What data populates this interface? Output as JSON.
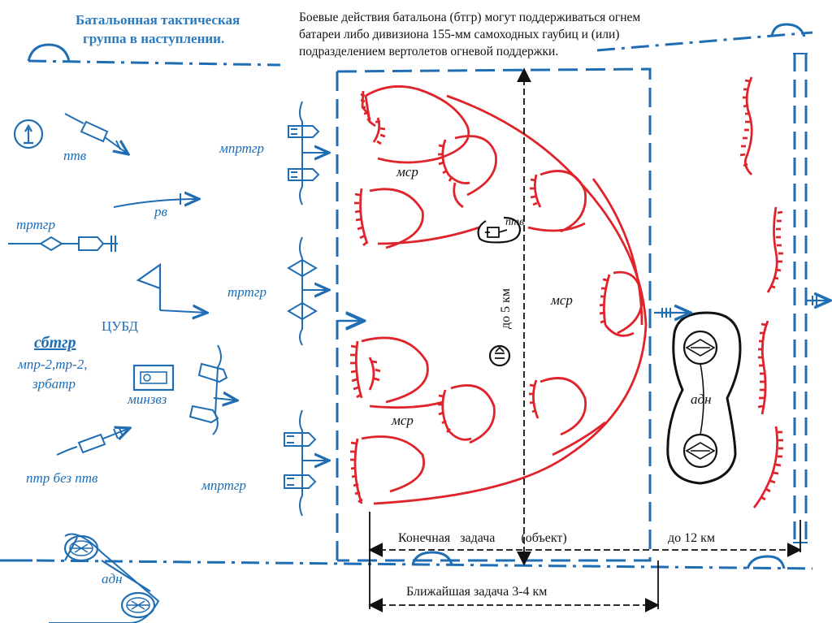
{
  "title": {
    "line1": "Батальонная тактическая",
    "line2": "группа в наступлении."
  },
  "note": {
    "line1": "Боевые действия батальона (бтгр) могут поддерживаться огнем",
    "line2": "батареи либо дивизиона 155-мм самоходных гаубиц и (или)",
    "line3": "подразделением вертолетов огневой поддержки."
  },
  "labels": {
    "ptv_left": "птв",
    "rv": "рв",
    "trtgr_left": "тртгр",
    "tsubd": "ЦУБД",
    "sbtgr": "сбтгр",
    "sbtgr_sub1": "мпр-2,тр-2,",
    "sbtgr_sub2": "зрбатр",
    "minzv": "минзвз",
    "ptr": "птр без птв",
    "adn_bottom": "адн",
    "mprtgr_top": "мпртгр",
    "trtgr_mid": "тртгр",
    "mprtgr_bottom": "мпртгр",
    "msr_1": "мср",
    "msr_2": "мср",
    "msr_3": "мср",
    "ptv_center": "птв",
    "adn_right": "адн"
  },
  "dimensions": {
    "depth": "до 5 км",
    "final_task": "Конечная   задача        (объект)",
    "to_12": "до 12 км",
    "nearest_task": "Ближайшая задача 3-4 км"
  },
  "colors": {
    "blue": "#1f6db3",
    "red": "#e0242b",
    "black": "#111111"
  }
}
